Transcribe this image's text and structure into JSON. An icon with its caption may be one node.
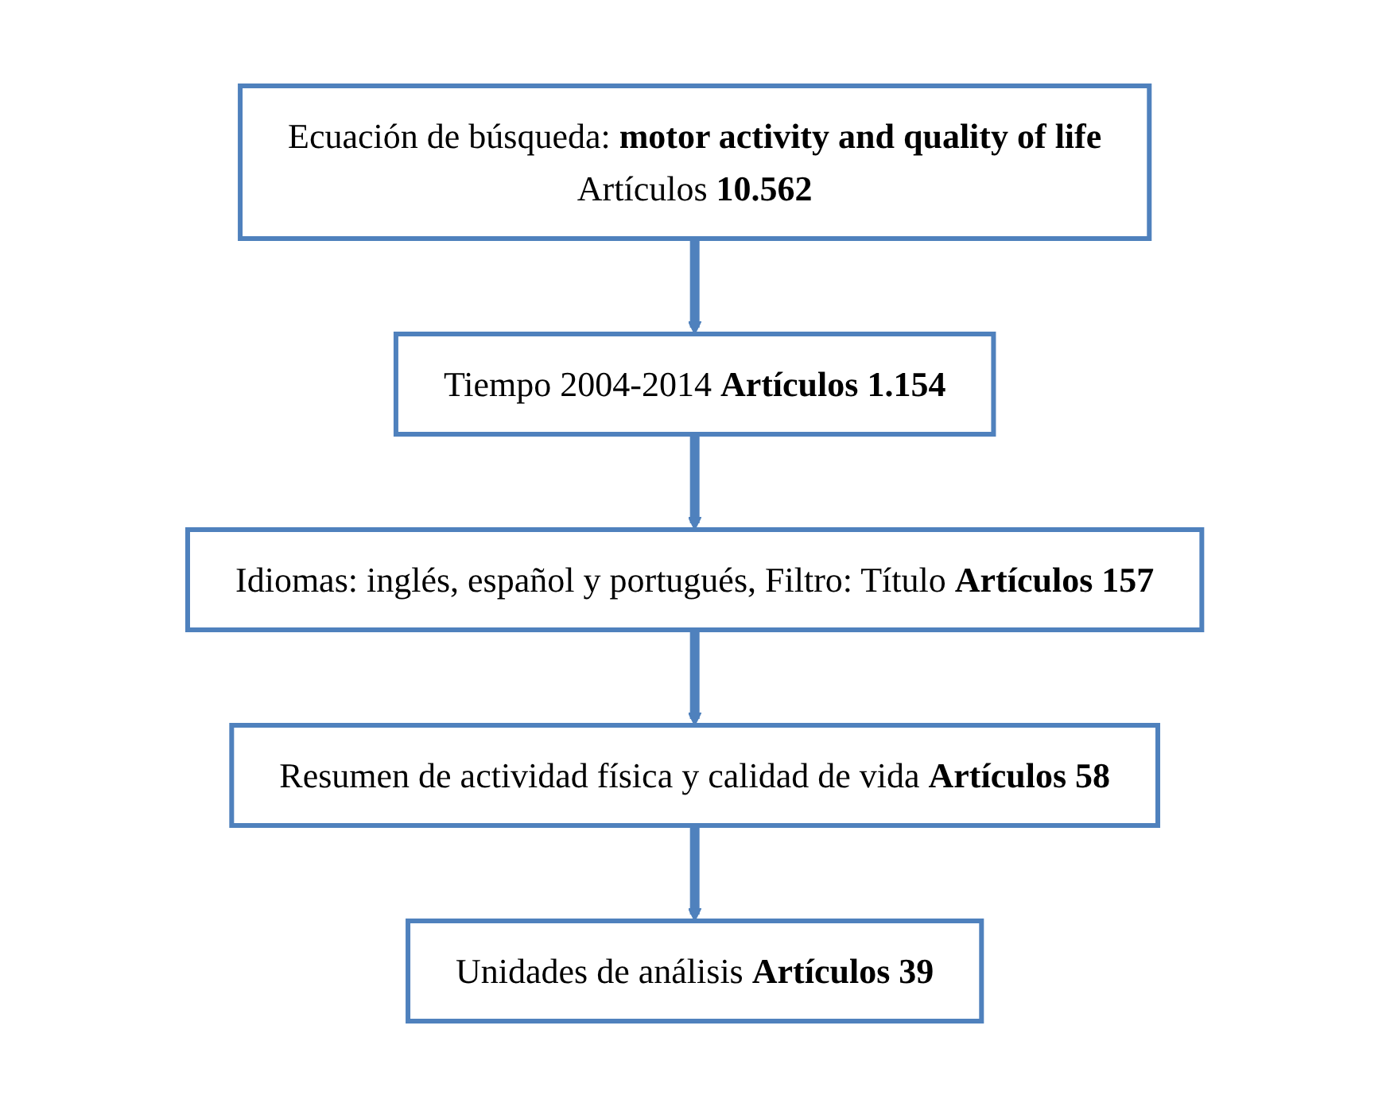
{
  "diagram": {
    "nodes": [
      {
        "text": [
          "Ecuación de búsqueda: **motor activity and quality of life**",
          "Artículos **10.562**"
        ]
      },
      {
        "text": [
          "Tiempo 2004-2014 **Artículos 1.154**"
        ]
      },
      {
        "text": [
          "Idiomas: inglés, español y portugués, Filtro: Título **Artículos 157**"
        ]
      },
      {
        "text": [
          "Resumen de actividad física y calidad de vida **Artículos 58**"
        ]
      },
      {
        "text": [
          "Unidades de análisis **Artículos 39**"
        ]
      }
    ],
    "edges": [
      {
        "from": 0,
        "to": 1,
        "arrow": "to"
      },
      {
        "from": 1,
        "to": 2,
        "arrow": "to"
      },
      {
        "from": 2,
        "to": 3,
        "arrow": "to"
      },
      {
        "from": 3,
        "to": 4,
        "arrow": "to"
      }
    ]
  }
}
